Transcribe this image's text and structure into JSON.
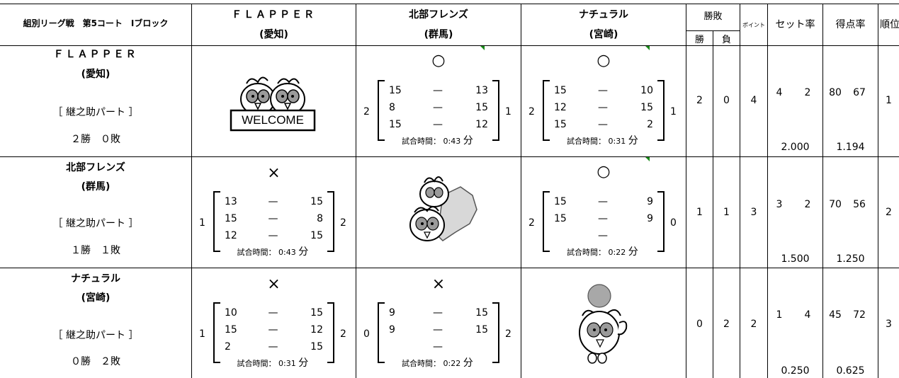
{
  "header": {
    "block_title": "組別リーグ戦　第5コート　Iブロック",
    "columns": [
      {
        "name": "ＦＬＡＰＰＥＲ",
        "region": "(愛知)"
      },
      {
        "name": "北部フレンズ",
        "region": "(群馬)"
      },
      {
        "name": "ナチュラル",
        "region": "(宮崎)"
      }
    ],
    "win_loss": "勝敗",
    "win": "勝",
    "loss": "負",
    "points": "ポイント",
    "set_rate": "セット率",
    "score_rate": "得点率",
    "rank": "順位"
  },
  "rows": [
    {
      "name": "ＦＬＡＰＰＥＲ",
      "region": "(愛知)",
      "part": "［ 継之助パート ］",
      "record": "２勝　０敗",
      "logo": "WELCOME",
      "wins": "2",
      "losses": "0",
      "points": "4",
      "sets_won": "4",
      "sets_lost": "2",
      "set_rate": "2.000",
      "pts_for": "80",
      "pts_against": "67",
      "score_rate": "1.194",
      "rank": "1"
    },
    {
      "name": "北部フレンズ",
      "region": "(群馬)",
      "part": "［ 継之助パート ］",
      "record": "１勝　１敗",
      "wins": "1",
      "losses": "1",
      "points": "3",
      "sets_won": "3",
      "sets_lost": "2",
      "set_rate": "1.500",
      "pts_for": "70",
      "pts_against": "56",
      "score_rate": "1.250",
      "rank": "2"
    },
    {
      "name": "ナチュラル",
      "region": "(宮崎)",
      "part": "［ 継之助パート ］",
      "record": "０勝　２敗",
      "wins": "0",
      "losses": "2",
      "points": "2",
      "sets_won": "1",
      "sets_lost": "4",
      "set_rate": "0.250",
      "pts_for": "45",
      "pts_against": "72",
      "score_rate": "0.625",
      "rank": "3"
    }
  ],
  "matches": {
    "r0c1": {
      "mark": "○",
      "left": "2",
      "right": "1",
      "sets": [
        [
          "15",
          "13"
        ],
        [
          "8",
          "15"
        ],
        [
          "15",
          "12"
        ]
      ],
      "time_label": "試合時間：",
      "time": "0:43",
      "unit": "分"
    },
    "r0c2": {
      "mark": "○",
      "left": "2",
      "right": "1",
      "sets": [
        [
          "15",
          "10"
        ],
        [
          "12",
          "15"
        ],
        [
          "15",
          "2"
        ]
      ],
      "time_label": "試合時間：",
      "time": "0:31",
      "unit": "分"
    },
    "r1c0": {
      "mark": "×",
      "left": "1",
      "right": "2",
      "sets": [
        [
          "13",
          "15"
        ],
        [
          "15",
          "8"
        ],
        [
          "12",
          "15"
        ]
      ],
      "time_label": "試合時間：",
      "time": "0:43",
      "unit": "分"
    },
    "r1c2": {
      "mark": "○",
      "left": "2",
      "right": "0",
      "sets": [
        [
          "15",
          "9"
        ],
        [
          "15",
          "9"
        ],
        [
          "",
          ""
        ]
      ],
      "time_label": "試合時間：",
      "time": "0:22",
      "unit": "分"
    },
    "r2c0": {
      "mark": "×",
      "left": "1",
      "right": "2",
      "sets": [
        [
          "10",
          "15"
        ],
        [
          "15",
          "12"
        ],
        [
          "2",
          "15"
        ]
      ],
      "time_label": "試合時間：",
      "time": "0:31",
      "unit": "分"
    },
    "r2c1": {
      "mark": "×",
      "left": "0",
      "right": "2",
      "sets": [
        [
          "9",
          "15"
        ],
        [
          "9",
          "15"
        ],
        [
          "",
          ""
        ]
      ],
      "time_label": "試合時間：",
      "time": "0:22",
      "unit": "分"
    }
  },
  "dash": "—",
  "colors": {
    "corner_mark": "#1a8a1a",
    "mascot_gray": "#9a9a9a"
  }
}
